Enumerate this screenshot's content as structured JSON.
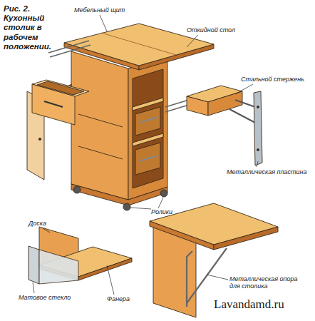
{
  "diagram": {
    "title": "Рис. 2. Кухонный столик в рабочем положении.",
    "labels": [
      "Мебельный щит",
      "Откидной стол",
      "Стальной стержень",
      "Металлическая пластина",
      "Ролики",
      "Доска",
      "Матовое стекло",
      "Фанера",
      "Металлическая опора для столика",
      "Lavandamd.ru"
    ]
  }
}
